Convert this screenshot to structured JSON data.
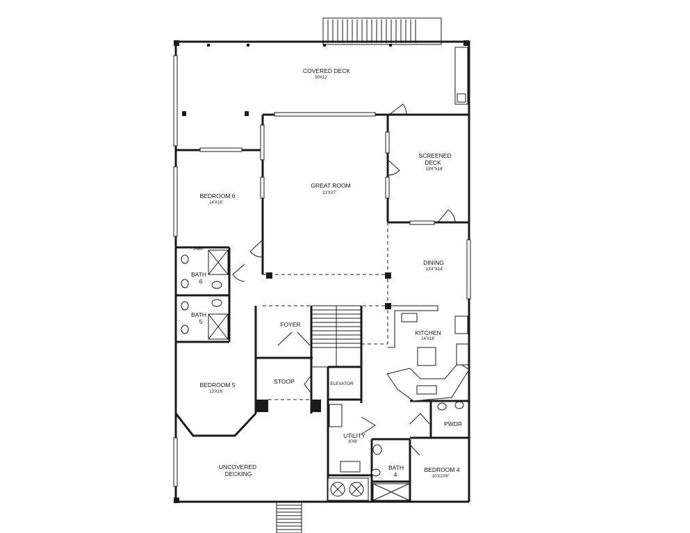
{
  "rooms": {
    "covered_deck": {
      "name": "COVERED DECK",
      "size": "50X12"
    },
    "screened_deck": {
      "name_line1": "SCREENED",
      "name_line2": "DECK",
      "size": "13'6\"X18'"
    },
    "great_room": {
      "name": "GREAT ROOM",
      "size": "21'X27'"
    },
    "bedroom_6": {
      "name": "BEDROOM 6",
      "size": "14'X16'"
    },
    "dining": {
      "name": "DINING",
      "size": "13'4\"X14'"
    },
    "bath_6": {
      "name_line1": "BATH",
      "name_line2": "6"
    },
    "bath_5": {
      "name_line1": "BATH",
      "name_line2": "5"
    },
    "foyer": {
      "name": "FOYER"
    },
    "kitchen": {
      "name": "KITCHEN",
      "size": "14'X16'"
    },
    "bedroom_5": {
      "name": "BEDROOM 5",
      "size": "13'X16'"
    },
    "stoop": {
      "name": "STOOP"
    },
    "elevator": {
      "name": "ELEVATOR"
    },
    "utility": {
      "name": "UTILITY",
      "size": "8'X8'"
    },
    "pwdr": {
      "name": "PWDR"
    },
    "bath_4": {
      "name_line1": "BATH",
      "name_line2": "4"
    },
    "bedroom_4": {
      "name": "BEDROOM 4",
      "size": "10'X10'6\""
    },
    "uncovered_decking": {
      "name_line1": "UNCOVERED",
      "name_line2": "DECKING"
    }
  },
  "annotations": {
    "window_code": "2480"
  }
}
